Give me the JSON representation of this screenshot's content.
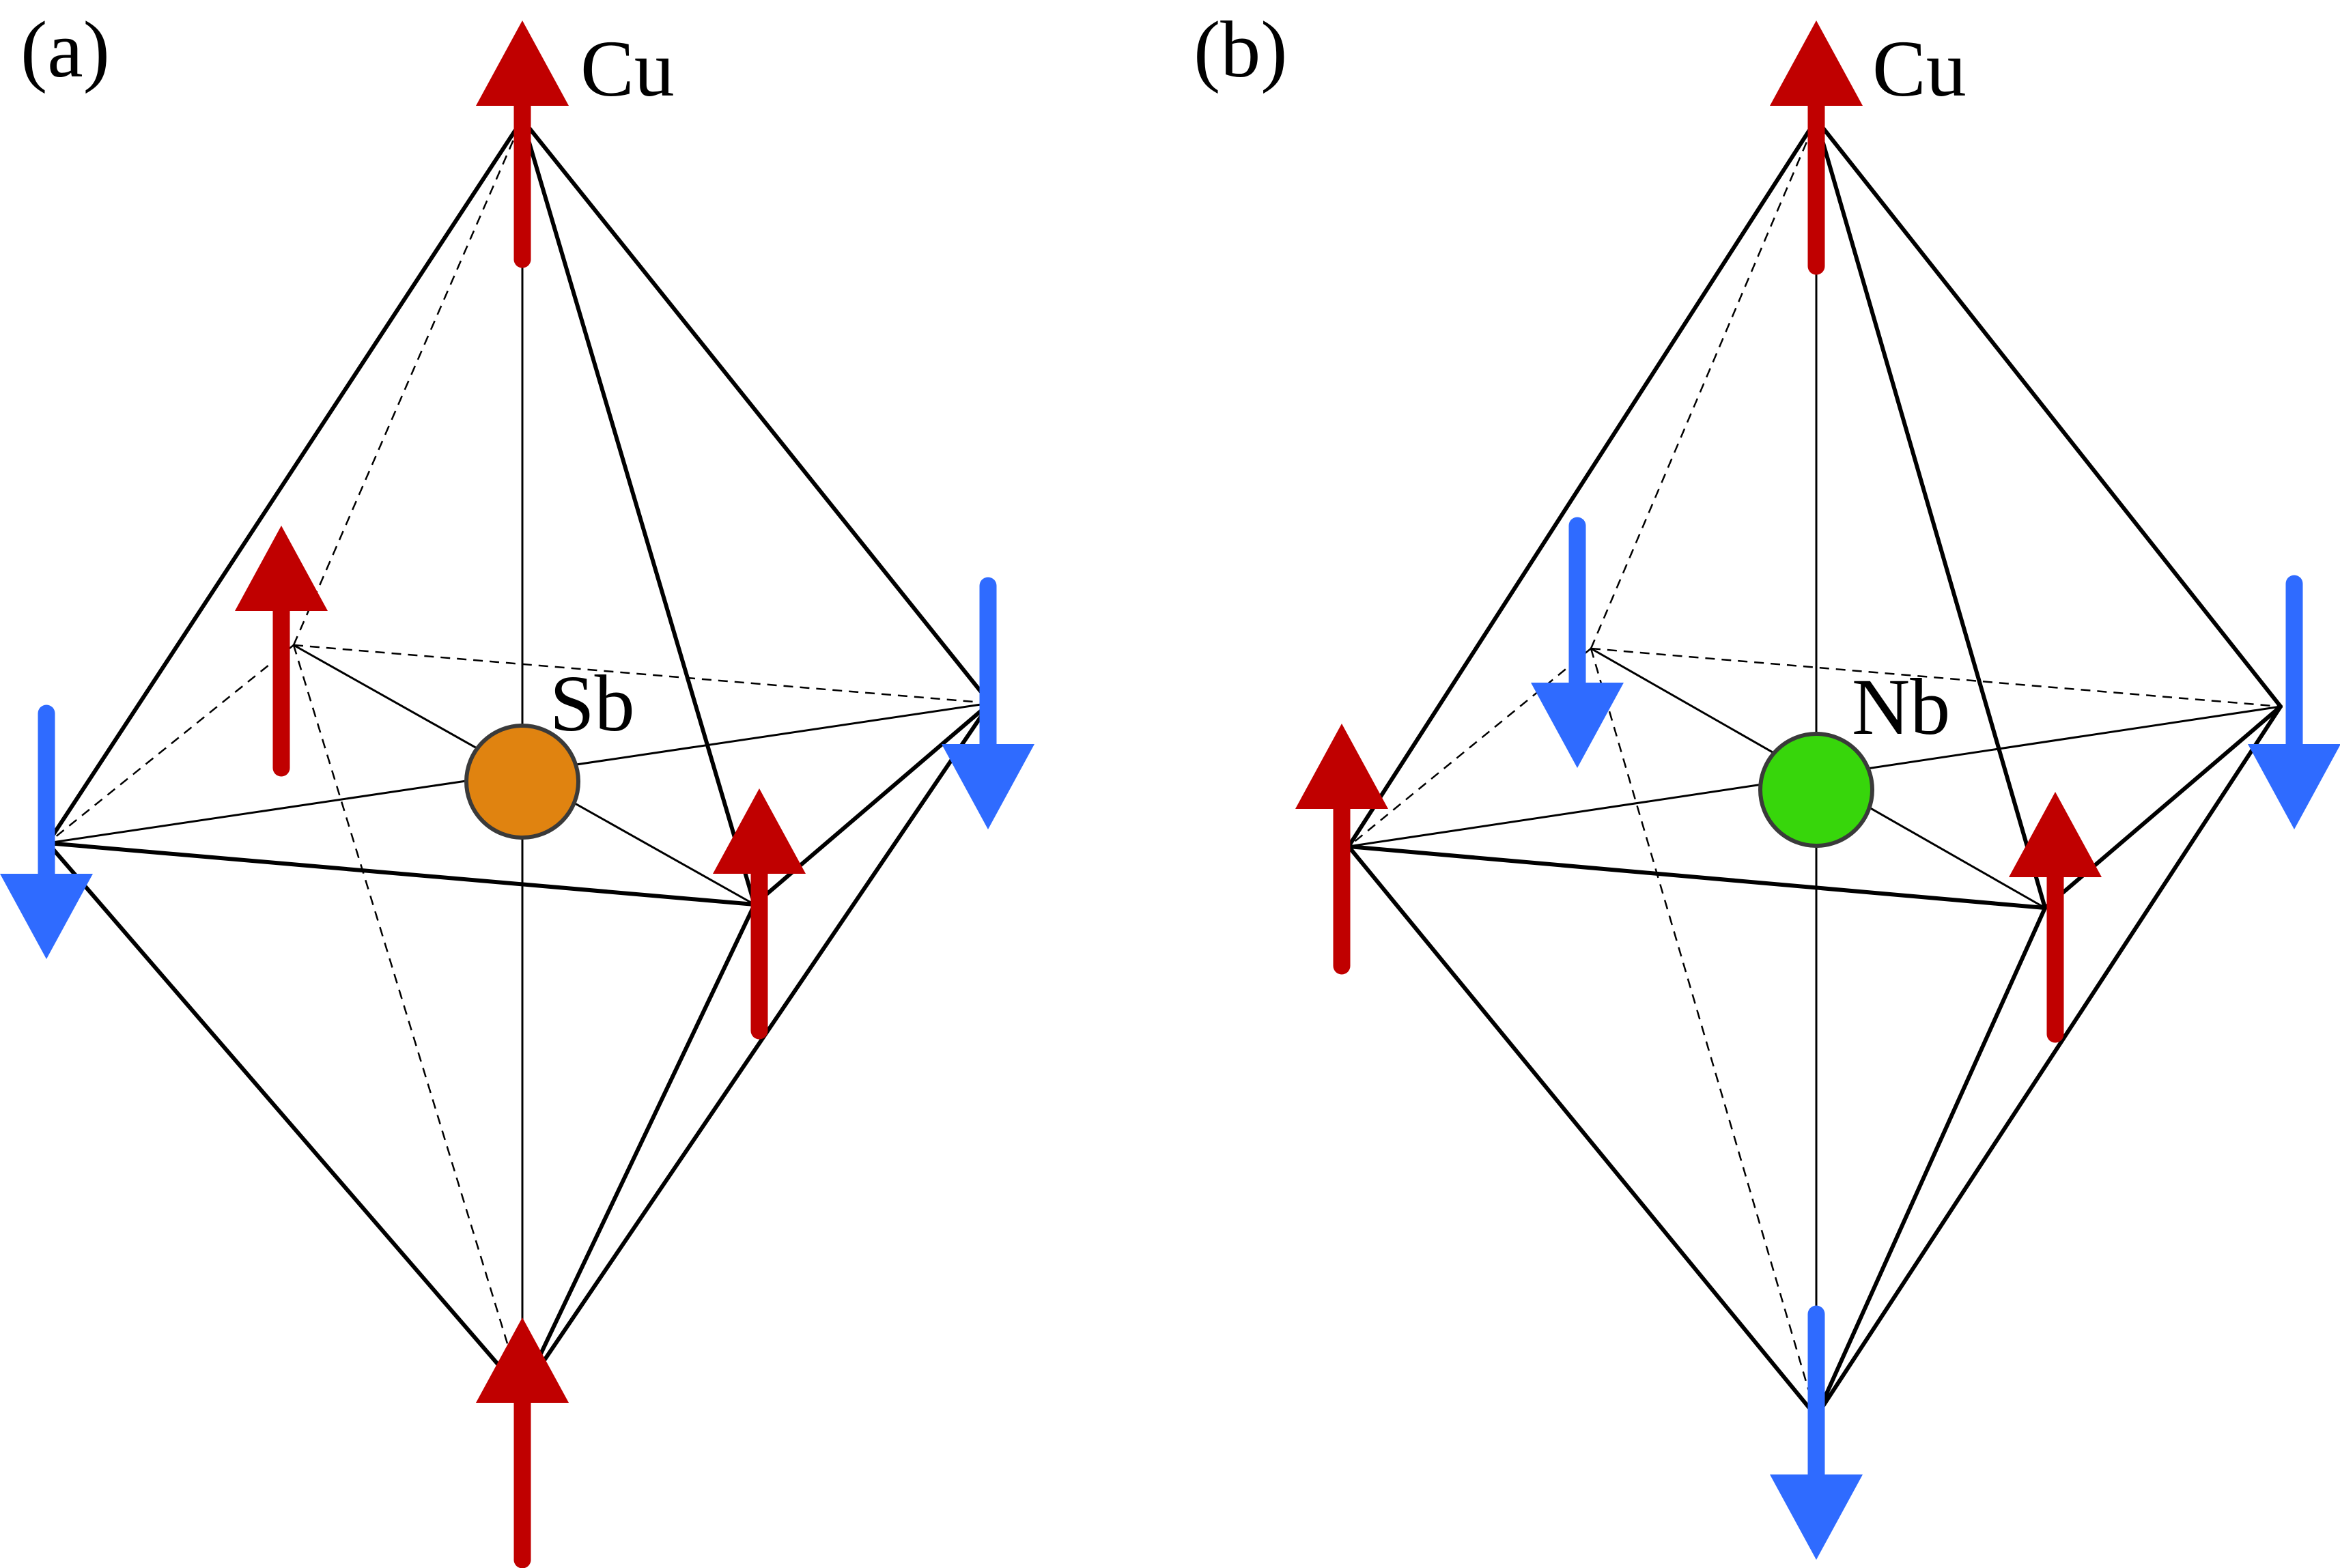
{
  "panels": [
    {
      "id": "a",
      "panel_label": "(a)",
      "apex_label": "Cu",
      "center_label": "Sb",
      "center_color": "#E08310",
      "spins": {
        "top": "up",
        "bottom": "up",
        "left": "down",
        "right": "down",
        "back": "up",
        "front": "up"
      }
    },
    {
      "id": "b",
      "panel_label": "(b)",
      "apex_label": "Cu",
      "center_label": "Nb",
      "center_color": "#37D60B",
      "spins": {
        "top": "up",
        "bottom": "down",
        "left": "up",
        "right": "down",
        "back": "down",
        "front": "up"
      }
    }
  ],
  "colors": {
    "spin_up": "#C00000",
    "spin_down": "#2F6BFF",
    "edge": "#000000"
  },
  "icons": {
    "spin_up": "up-arrow-icon",
    "spin_down": "down-arrow-icon",
    "atom": "filled-circle"
  }
}
